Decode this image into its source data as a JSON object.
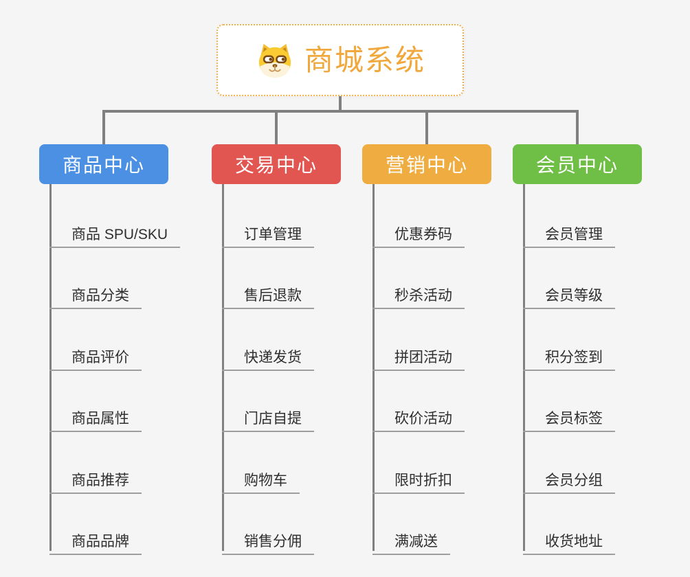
{
  "canvas": {
    "background": "#F5F5F6",
    "connector_color": "#808080",
    "underline_color": "#9E9E9E",
    "item_text_color": "#2F2F2F"
  },
  "root": {
    "title": "商城系统",
    "icon": "dog-face-icon",
    "text_color": "#F0A73C",
    "border_color": "#F3B14C",
    "background": "#FFFFFF"
  },
  "branches": [
    {
      "label": "商品中心",
      "color": "#4B90E2",
      "items": [
        "商品 SPU/SKU",
        "商品分类",
        "商品评价",
        "商品属性",
        "商品推荐",
        "商品品牌"
      ]
    },
    {
      "label": "交易中心",
      "color": "#E25652",
      "items": [
        "订单管理",
        "售后退款",
        "快递发货",
        "门店自提",
        "购物车",
        "销售分佣"
      ]
    },
    {
      "label": "营销中心",
      "color": "#EFAC41",
      "items": [
        "优惠券码",
        "秒杀活动",
        "拼团活动",
        "砍价活动",
        "限时折扣",
        "满减送"
      ]
    },
    {
      "label": "会员中心",
      "color": "#6FBE45",
      "items": [
        "会员管理",
        "会员等级",
        "积分签到",
        "会员标签",
        "会员分组",
        "收货地址"
      ]
    }
  ]
}
